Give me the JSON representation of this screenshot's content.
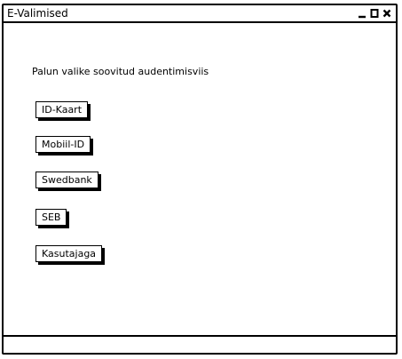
{
  "window": {
    "title": "E-Valimised",
    "controls": [
      "minimize-icon",
      "maximize-icon",
      "close-icon"
    ]
  },
  "main": {
    "prompt": "Palun valike soovitud audentimisviis",
    "auth_options": [
      {
        "label": "ID-Kaart"
      },
      {
        "label": "Mobiil-ID"
      },
      {
        "label": "Swedbank"
      },
      {
        "label": "SEB"
      },
      {
        "label": "Kasutajaga"
      }
    ]
  },
  "statusbar": {
    "text": ""
  }
}
